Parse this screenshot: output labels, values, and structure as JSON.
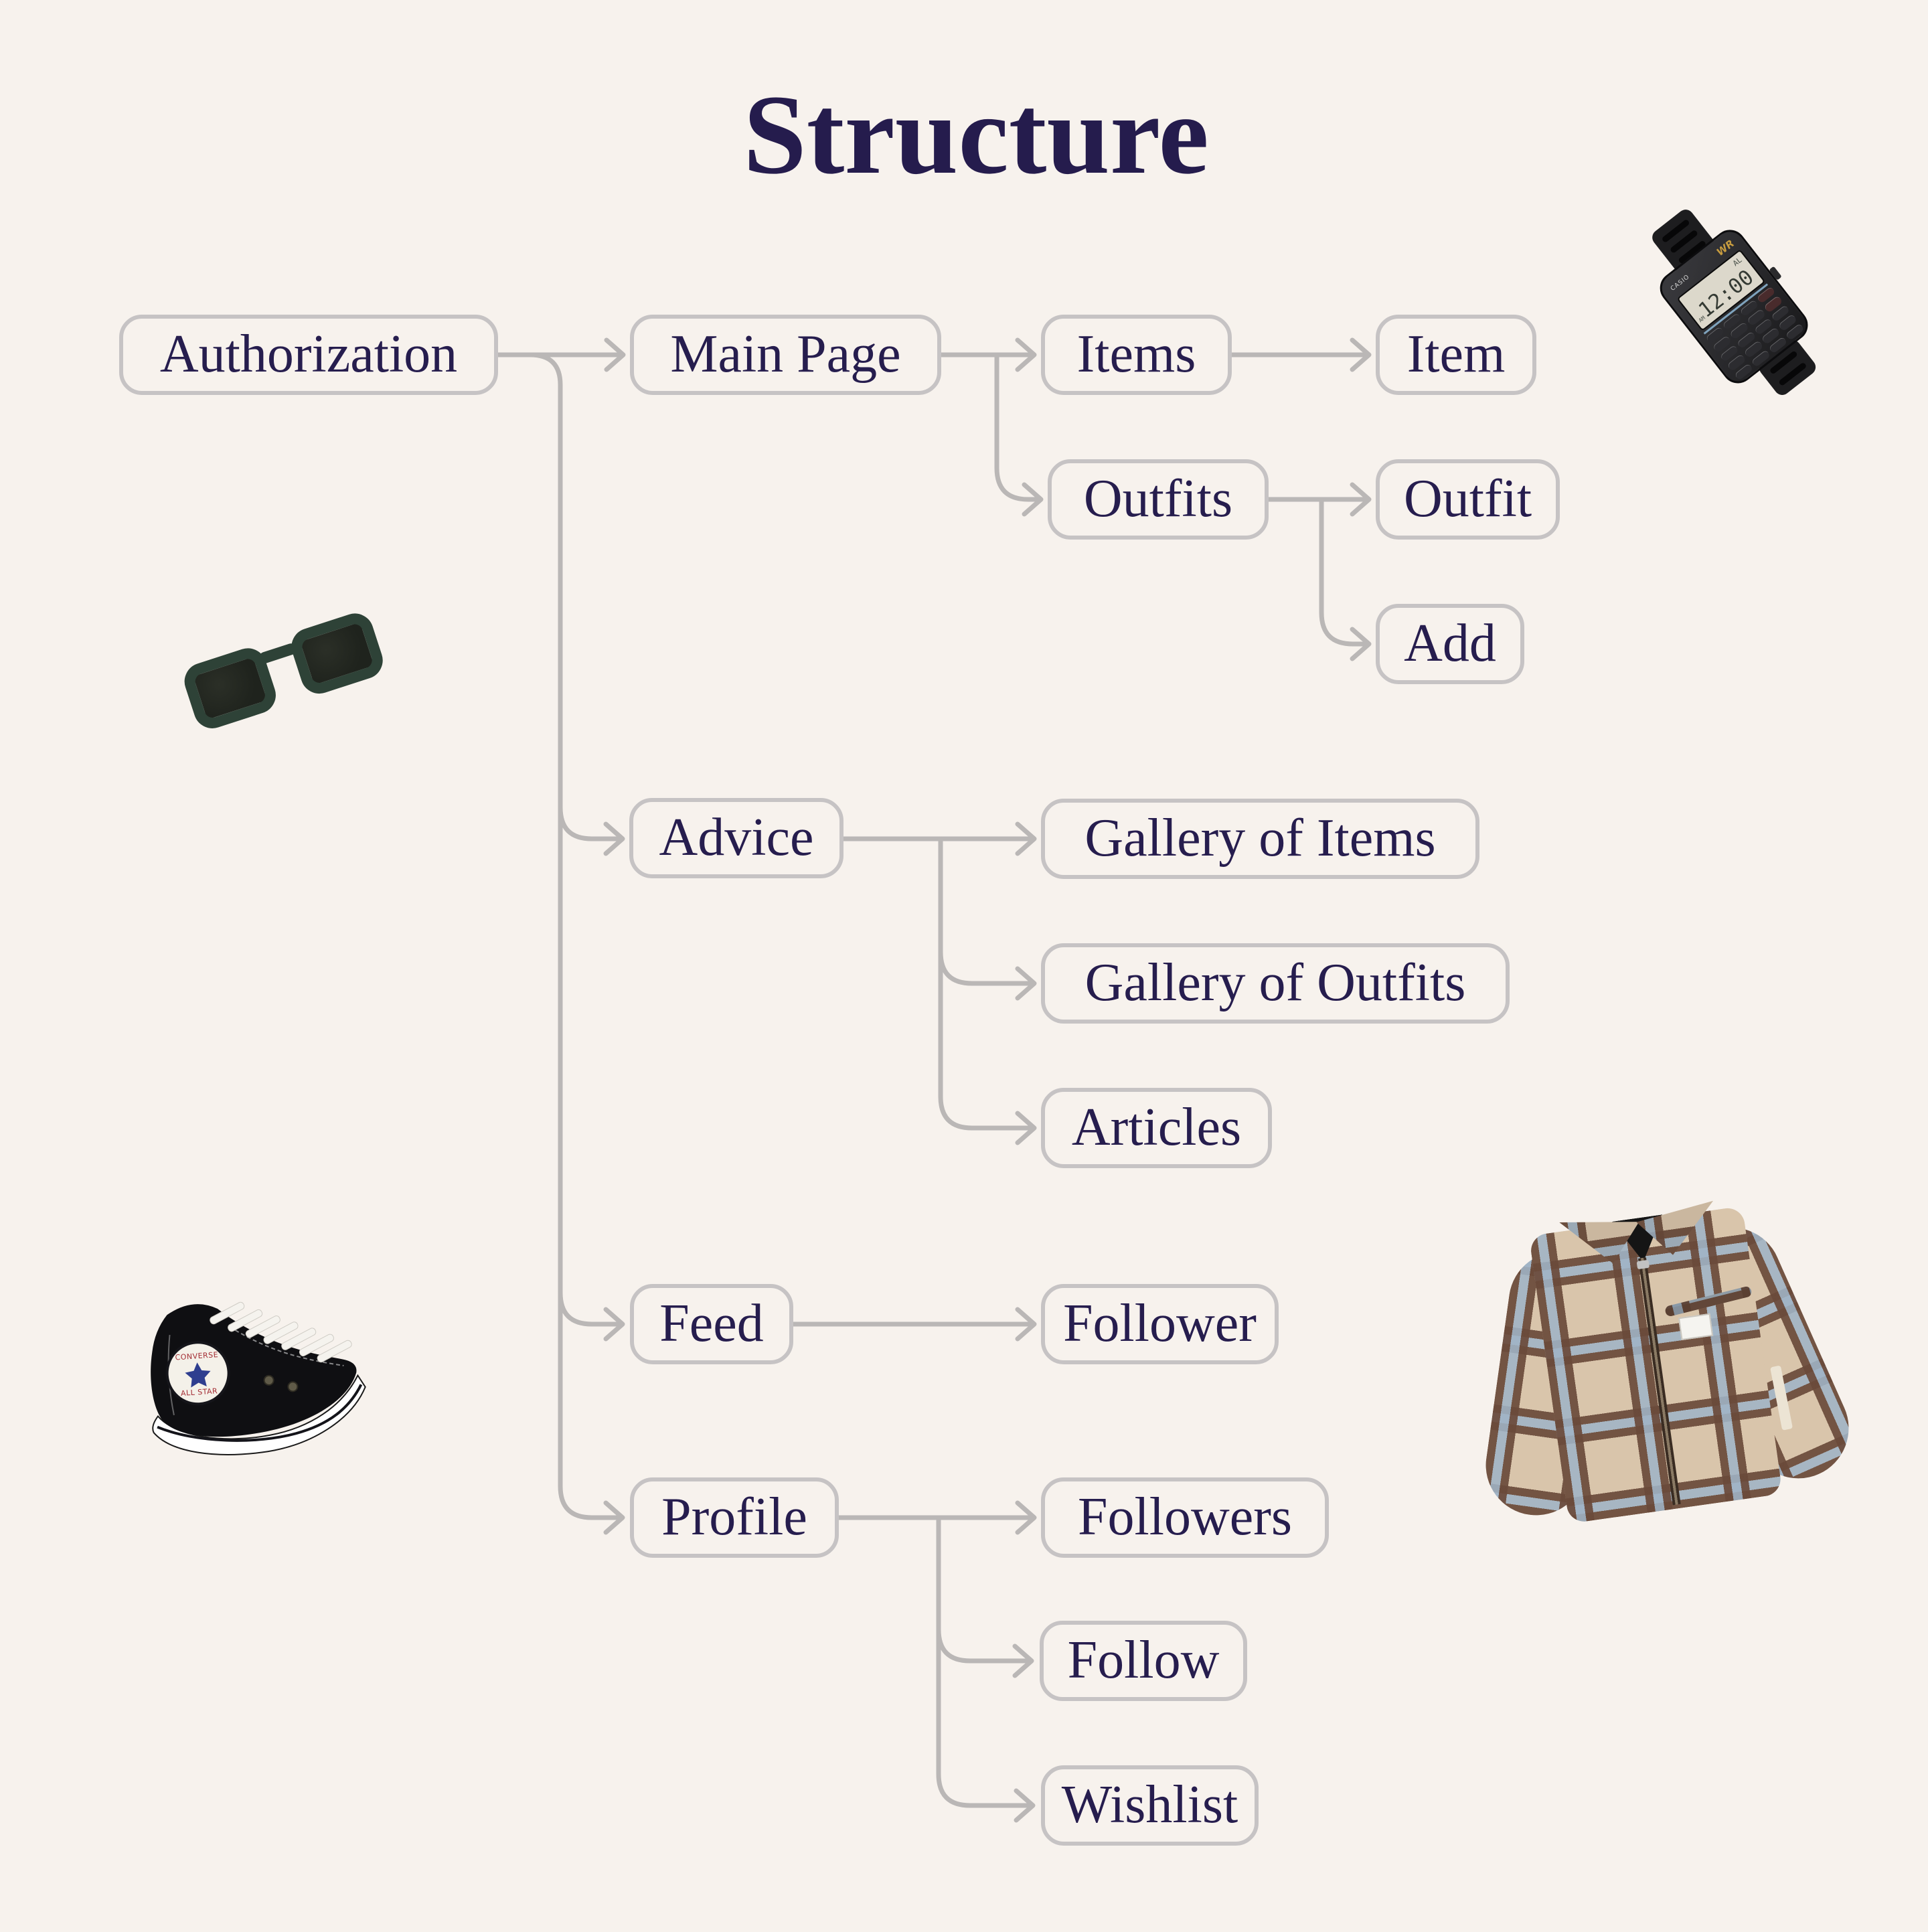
{
  "title": "Structure",
  "palette": {
    "background": "#f7f2ed",
    "node_border": "#c6c3c4",
    "connector": "#bab7b6",
    "text": "#261d4e"
  },
  "nodes": {
    "authorization": {
      "label": "Authorization"
    },
    "main_page": {
      "label": "Main Page"
    },
    "items": {
      "label": "Items"
    },
    "item": {
      "label": "Item"
    },
    "outfits": {
      "label": "Outfits"
    },
    "outfit": {
      "label": "Outfit"
    },
    "add": {
      "label": "Add"
    },
    "advice": {
      "label": "Advice"
    },
    "gallery_of_items": {
      "label": "Gallery of Items"
    },
    "gallery_of_outfits": {
      "label": "Gallery of Outfits"
    },
    "articles": {
      "label": "Articles"
    },
    "feed": {
      "label": "Feed"
    },
    "follower": {
      "label": "Follower"
    },
    "profile": {
      "label": "Profile"
    },
    "followers": {
      "label": "Followers"
    },
    "follow": {
      "label": "Follow"
    },
    "wishlist": {
      "label": "Wishlist"
    }
  },
  "edges": [
    [
      "authorization",
      "main_page"
    ],
    [
      "authorization",
      "advice"
    ],
    [
      "authorization",
      "feed"
    ],
    [
      "authorization",
      "profile"
    ],
    [
      "main_page",
      "items"
    ],
    [
      "main_page",
      "outfits"
    ],
    [
      "items",
      "item"
    ],
    [
      "outfits",
      "outfit"
    ],
    [
      "outfits",
      "add"
    ],
    [
      "advice",
      "gallery_of_items"
    ],
    [
      "advice",
      "gallery_of_outfits"
    ],
    [
      "advice",
      "articles"
    ],
    [
      "feed",
      "follower"
    ],
    [
      "profile",
      "followers"
    ],
    [
      "profile",
      "follow"
    ],
    [
      "profile",
      "wishlist"
    ]
  ],
  "decorations": {
    "watch": {
      "brand": "CASIO",
      "wr": "WR",
      "alarm": "AL",
      "meridiem": "AM",
      "time": "12:00"
    },
    "sneaker": {
      "patch_top": "CONVERSE",
      "patch_bottom": "ALL STAR"
    },
    "sunglasses": {
      "name": "green-rectangular-sunglasses"
    },
    "jacket": {
      "name": "beige-plaid-zip-jacket"
    }
  }
}
